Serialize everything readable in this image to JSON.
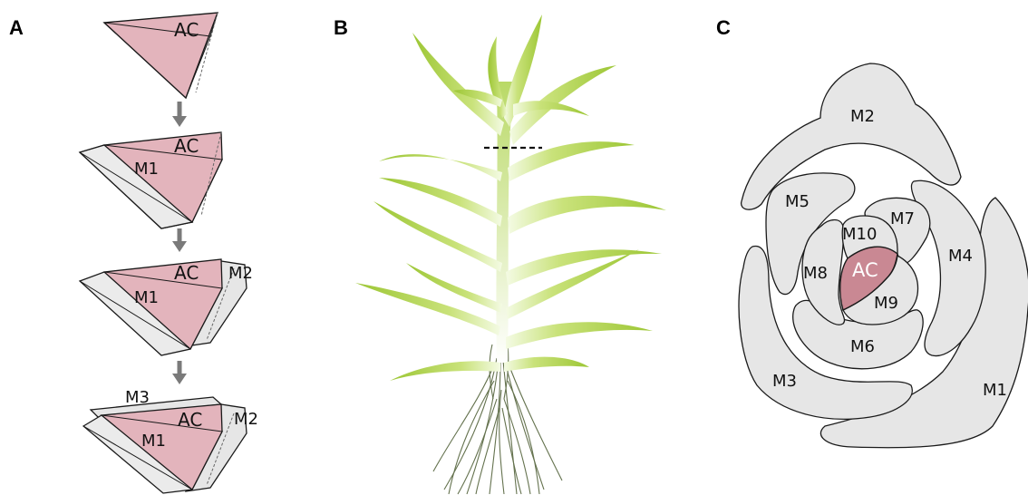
{
  "panels": {
    "a": {
      "letter": "A",
      "stage1": {
        "ac": "AC"
      },
      "stage2": {
        "ac": "AC",
        "m1": "M1"
      },
      "stage3": {
        "ac": "AC",
        "m1": "M1",
        "m2": "M2"
      },
      "stage4": {
        "ac": "AC",
        "m1": "M1",
        "m2": "M2",
        "m3": "M3"
      }
    },
    "b": {
      "letter": "B"
    },
    "c": {
      "letter": "C",
      "ac": "AC",
      "m1": "M1",
      "m2": "M2",
      "m3": "M3",
      "m4": "M4",
      "m5": "M5",
      "m6": "M6",
      "m7": "M7",
      "m8": "M8",
      "m9": "M9",
      "m10": "M10"
    }
  },
  "colors": {
    "apical_cell": "#e3b4bc",
    "apical_cell_dark": "#c98893",
    "merophyte": "#e6e6e6",
    "outline": "#1a1a1a",
    "arrow": "#7a7a7a",
    "leaf_light": "#e8f5c6",
    "leaf_green": "#a5cc3c",
    "root": "#4a5a30"
  }
}
